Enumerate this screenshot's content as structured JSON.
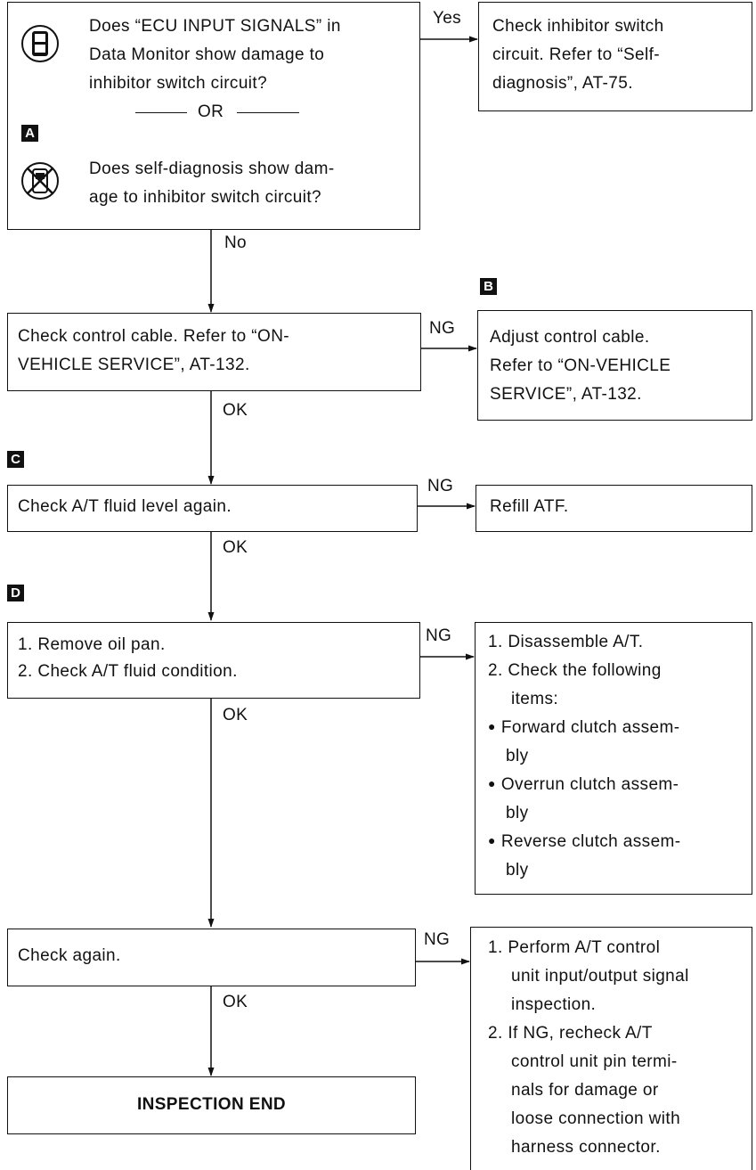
{
  "step1": {
    "q1": [
      "Does “ECU INPUT SIGNALS” in",
      "Data Monitor show damage to",
      "inhibitor switch circuit?"
    ],
    "or": "OR",
    "marker": "A",
    "q2": [
      "Does self-diagnosis show dam-",
      "age to inhibitor switch circuit?"
    ],
    "yes": "Yes",
    "no": "No",
    "yes_box": [
      "Check inhibitor switch",
      "circuit. Refer to “Self-",
      "diagnosis”, AT-75."
    ],
    "icon1": "consult-tester-icon",
    "icon2": "no-tester-icon"
  },
  "step2": {
    "marker": "B",
    "box": [
      "Check control cable. Refer to “ON-",
      "VEHICLE SERVICE”, AT-132."
    ],
    "ng": "NG",
    "ok": "OK",
    "ng_box": [
      "Adjust control cable.",
      "Refer to “ON-VEHICLE",
      "SERVICE”, AT-132."
    ]
  },
  "step3": {
    "marker": "C",
    "box": "Check A/T fluid level again.",
    "ng": "NG",
    "ok": "OK",
    "ng_box": "Refill ATF."
  },
  "step4": {
    "marker": "D",
    "box": [
      "1. Remove oil pan.",
      "2. Check A/T fluid condition."
    ],
    "ng": "NG",
    "ok": "OK",
    "ng_box": [
      "1. Disassemble A/T.",
      "2. Check the following",
      "items:",
      "Forward clutch assem-",
      "bly",
      "Overrun clutch assem-",
      "bly",
      "Reverse clutch assem-",
      "bly"
    ]
  },
  "step5": {
    "box": "Check again.",
    "ng": "NG",
    "ok": "OK",
    "ng_box": [
      "1. Perform A/T control",
      "unit input/output signal",
      "inspection.",
      "2. If NG, recheck A/T",
      "control unit pin termi-",
      "nals for damage or",
      "loose connection with",
      "harness connector."
    ]
  },
  "end": {
    "label": "INSPECTION END"
  }
}
